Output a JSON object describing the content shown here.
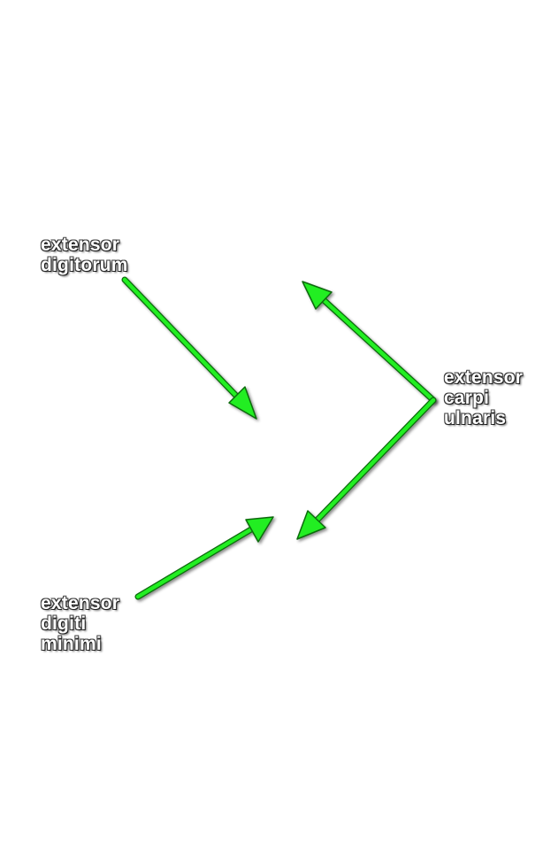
{
  "labels": {
    "extensor_digitorum": [
      "extensor",
      "digitorum"
    ],
    "extensor_carpi_ulnaris": [
      "extensor",
      "carpi",
      "ulnaris"
    ],
    "extensor_digiti_minimi": [
      "extensor",
      "digiti",
      "minimi"
    ]
  },
  "colors": {
    "arrow": "#22ee22",
    "arrow_outline": "#0a6a0a",
    "background": "#ffffff"
  }
}
